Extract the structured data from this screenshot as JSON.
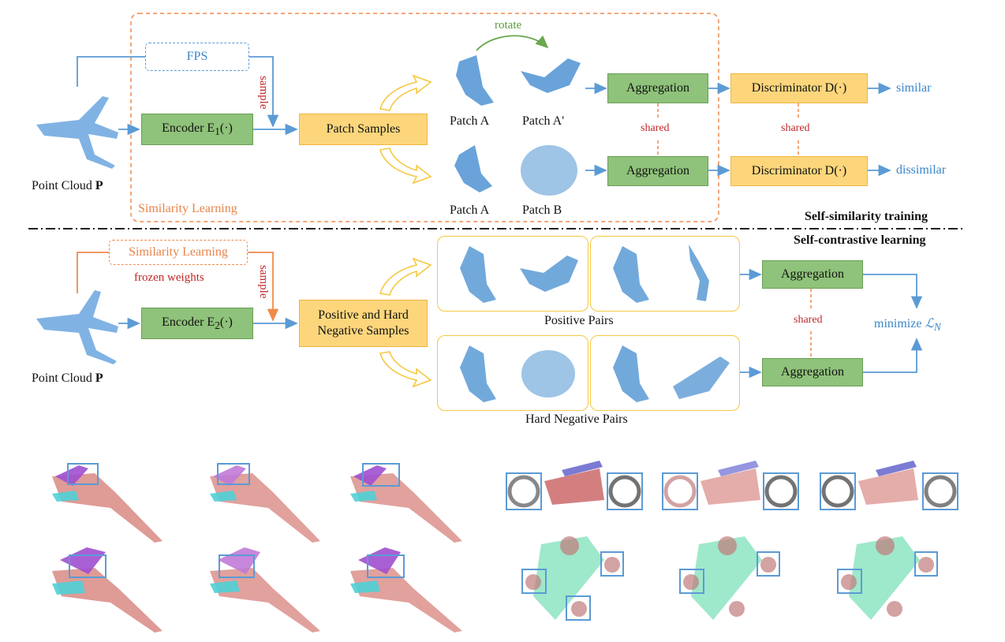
{
  "top": {
    "fps_label": "FPS",
    "sample_label": "sample",
    "encoder1": "Encoder E",
    "encoder1_sub": "1",
    "encoder1_arg": "(·)",
    "patch_samples": "Patch Samples",
    "rotate_label": "rotate",
    "patch_a1": "Patch A",
    "patch_a_prime": "Patch A'",
    "patch_a2": "Patch A",
    "patch_b": "Patch B",
    "aggregation1": "Aggregation",
    "aggregation2": "Aggregation",
    "shared1": "shared",
    "shared2": "shared",
    "discriminator1": "Discriminator D(·)",
    "discriminator2": "Discriminator D(·)",
    "similar": "similar",
    "dissimilar": "dissimilar",
    "point_cloud": "Point Cloud",
    "point_cloud_symbol": "P",
    "similarity_learning": "Similarity Learning",
    "section_title": "Self-similarity training"
  },
  "bottom": {
    "section_title": "Self-contrastive learning",
    "similarity_learning": "Similarity Learning",
    "frozen_weights": "frozen weights",
    "sample_label": "sample",
    "encoder2": "Encoder E",
    "encoder2_sub": "2",
    "encoder2_arg": "(·)",
    "pos_hard_neg": "Positive and Hard Negative Samples",
    "positive_pairs": "Positive Pairs",
    "hard_negative_pairs": "Hard Negative Pairs",
    "aggregation1": "Aggregation",
    "aggregation2": "Aggregation",
    "shared": "shared",
    "minimize": "minimize ",
    "loss_symbol": "ℒ",
    "loss_sub": "N",
    "point_cloud": "Point Cloud",
    "point_cloud_symbol": "P"
  },
  "colors": {
    "blue_arrow": "#5b9bd5",
    "orange_dashed": "#f08a4b",
    "green_box": "#8fc27a",
    "yellow_box": "#fdd67c",
    "red_text": "#c0282a",
    "point_blue": "#4f93d2"
  }
}
